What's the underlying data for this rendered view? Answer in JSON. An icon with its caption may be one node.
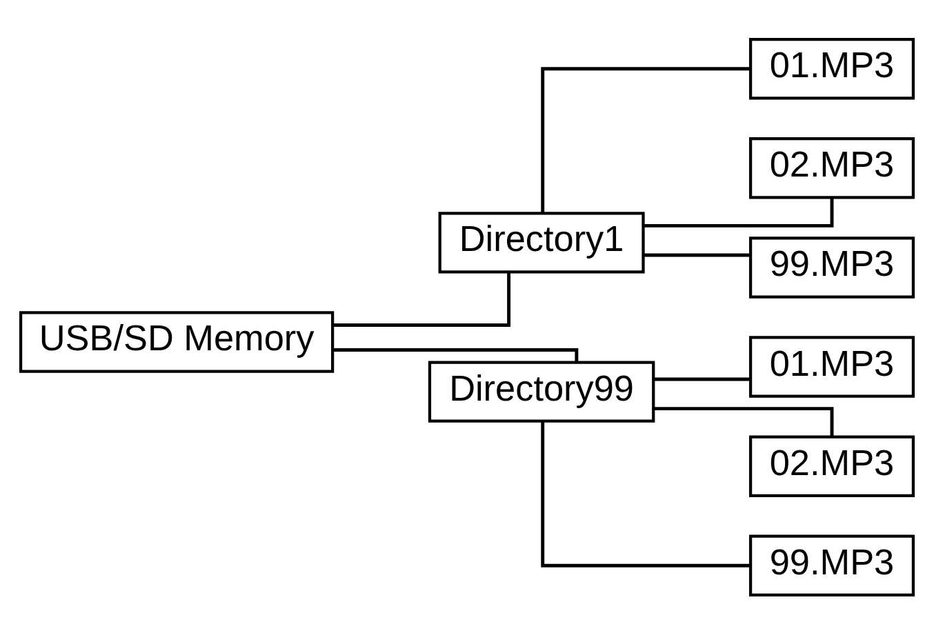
{
  "diagram": {
    "nodes": [
      {
        "text": [
          "USB/SD Memory"
        ]
      },
      {
        "text": [
          "Directory1"
        ]
      },
      {
        "text": [
          "Directory99"
        ]
      },
      {
        "text": [
          "01.MP3"
        ]
      },
      {
        "text": [
          "02.MP3"
        ]
      },
      {
        "text": [
          "99.MP3"
        ]
      },
      {
        "text": [
          "01.MP3"
        ]
      },
      {
        "text": [
          "02.MP3"
        ]
      },
      {
        "text": [
          "99.MP3"
        ]
      }
    ],
    "edges": [
      {
        "from": 0,
        "to": 1,
        "arrow": "none"
      },
      {
        "from": 0,
        "to": 2,
        "arrow": "none"
      },
      {
        "from": 1,
        "to": 3,
        "arrow": "none"
      },
      {
        "from": 1,
        "to": 4,
        "arrow": "none"
      },
      {
        "from": 1,
        "to": 5,
        "arrow": "none"
      },
      {
        "from": 2,
        "to": 6,
        "arrow": "none"
      },
      {
        "from": 2,
        "to": 7,
        "arrow": "none"
      },
      {
        "from": 2,
        "to": 8,
        "arrow": "none"
      }
    ]
  }
}
